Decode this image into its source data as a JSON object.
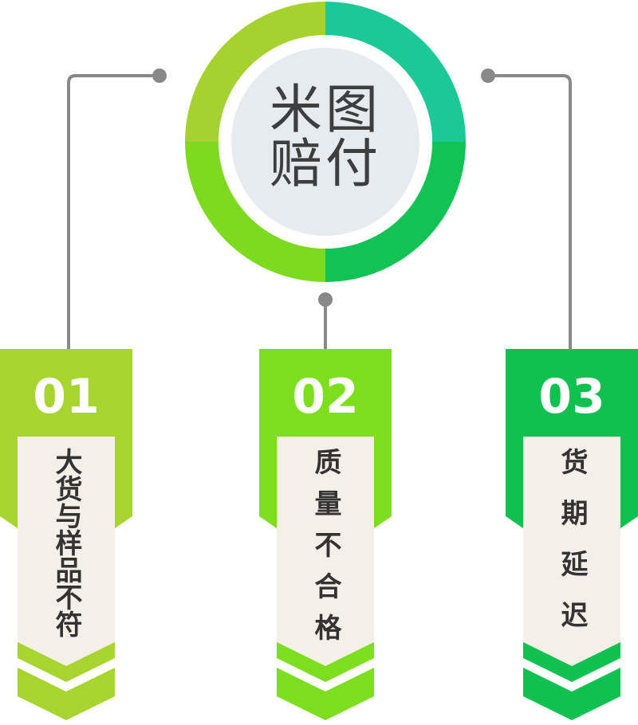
{
  "center": {
    "title_line1": "米图",
    "title_line2": "赔付"
  },
  "items": [
    {
      "number": "01",
      "label": "大货与样品不符"
    },
    {
      "number": "02",
      "label": "质量不合格"
    },
    {
      "number": "03",
      "label": "货期延迟"
    }
  ],
  "colors": {
    "ring_top_left": "#a6d22f",
    "ring_top_right": "#1cc996",
    "ring_bottom_left": "#7cdb1f",
    "ring_bottom_right": "#11c353",
    "center_fill": "#e6ebf0",
    "center_text": "#3e3e3e",
    "connector": "#888888",
    "card1": "#a8d42f",
    "card2": "#7cde1d",
    "card3": "#11c150",
    "card_inner": "#f4efe7",
    "label_text": "#333333",
    "number_text": "#ffffff"
  }
}
